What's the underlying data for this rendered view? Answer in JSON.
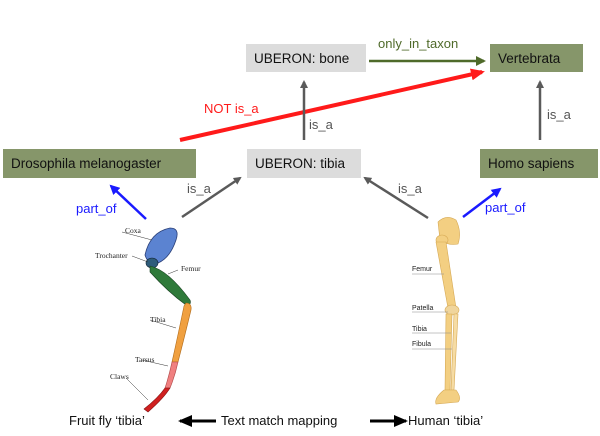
{
  "nodes": {
    "uberon_bone": "UBERON: bone",
    "vertebrata": "Vertebrata",
    "drosophila": "Drosophila  melanogaster",
    "uberon_tibia": "UBERON: tibia",
    "homo_sapiens": "Homo sapiens"
  },
  "edges": {
    "only_in_taxon": "only_in_taxon",
    "not_is_a": "NOT  is_a",
    "tibia_to_bone": "is_a",
    "human_to_vertebrata": "is_a",
    "fly_tibia_is_a": "is_a",
    "human_tibia_is_a": "is_a",
    "fly_part_of": "part_of",
    "human_part_of": "part_of"
  },
  "fly_leg_labels": [
    "Coxa",
    "Trochanter",
    "Femur",
    "Tibia",
    "Tarsus",
    "Claws"
  ],
  "human_leg_labels": [
    "Femur",
    "Patella",
    "Tibia",
    "Fibula"
  ],
  "bottom": {
    "fruit_fly": "Fruit fly ‘tibia’",
    "mapping": "Text match mapping",
    "human": "Human ‘tibia’"
  },
  "colors": {
    "gray_node": "#dcdcdc",
    "green_node": "#86966a",
    "is_a": "#5a5a5a",
    "not_is_a": "#ff1a1a",
    "part_of": "#1a1aff",
    "only_in_taxon": "#4f6a2a"
  }
}
